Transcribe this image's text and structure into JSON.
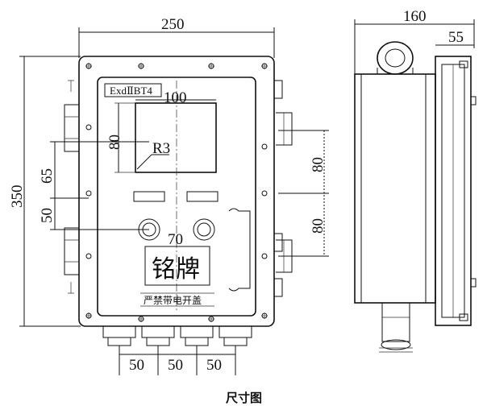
{
  "drawing": {
    "title": "尺寸图",
    "front_view": {
      "width_label": "250",
      "height_label": "350",
      "window_width_label": "100",
      "window_height_label": "80",
      "radius_label": "R3",
      "side_65_label": "65",
      "side_50_label": "50",
      "spacing_70_label": "70",
      "right_80_top_label": "80",
      "right_80_bottom_label": "80",
      "bottom_labels": [
        "50",
        "50",
        "50"
      ],
      "ex_mark": "ExdⅡBT4",
      "nameplate": "铭牌",
      "warning": "严禁带电开盖"
    },
    "side_view": {
      "depth_label": "160",
      "flange_label": "55"
    }
  }
}
